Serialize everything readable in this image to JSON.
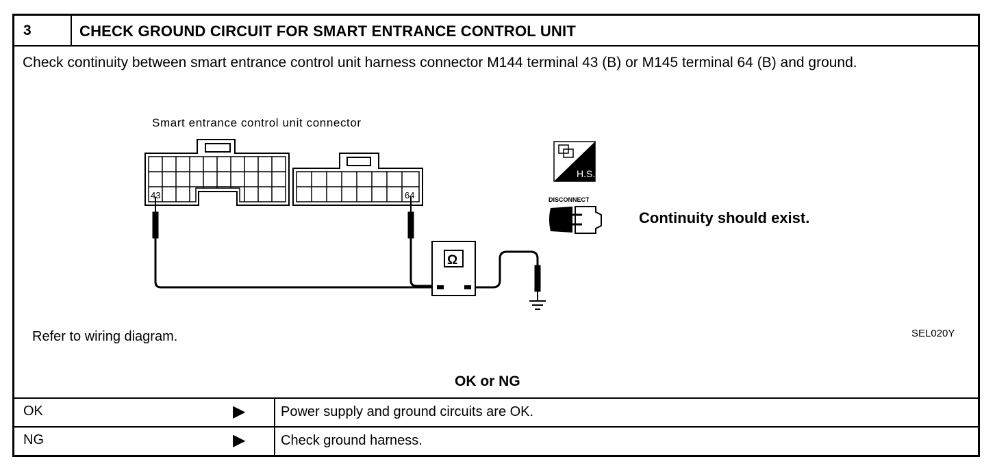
{
  "step": {
    "number": "3",
    "title": "CHECK GROUND CIRCUIT FOR SMART ENTRANCE CONTROL UNIT",
    "instruction": "Check continuity between smart entrance control unit harness connector M144 terminal 43 (B) or M145 terminal 64 (B) and ground."
  },
  "figure": {
    "connector_label": "Smart entrance control unit connector",
    "terminal_left": "43",
    "terminal_right": "64",
    "meter_symbol": "Ω",
    "hs_icon_text": "H.S.",
    "disconnect_label": "DISCONNECT",
    "result_text": "Continuity should exist.",
    "reference_text": "Refer to wiring diagram.",
    "figure_code": "SEL020Y",
    "icons": [
      "harness-side-icon",
      "disconnect-icon",
      "ohmmeter-icon",
      "ground-icon"
    ]
  },
  "decision": {
    "heading": "OK or NG",
    "rows": [
      {
        "result": "OK",
        "arrow": "▶",
        "action": "Power supply and ground circuits are OK."
      },
      {
        "result": "NG",
        "arrow": "▶",
        "action": "Check ground harness."
      }
    ]
  }
}
